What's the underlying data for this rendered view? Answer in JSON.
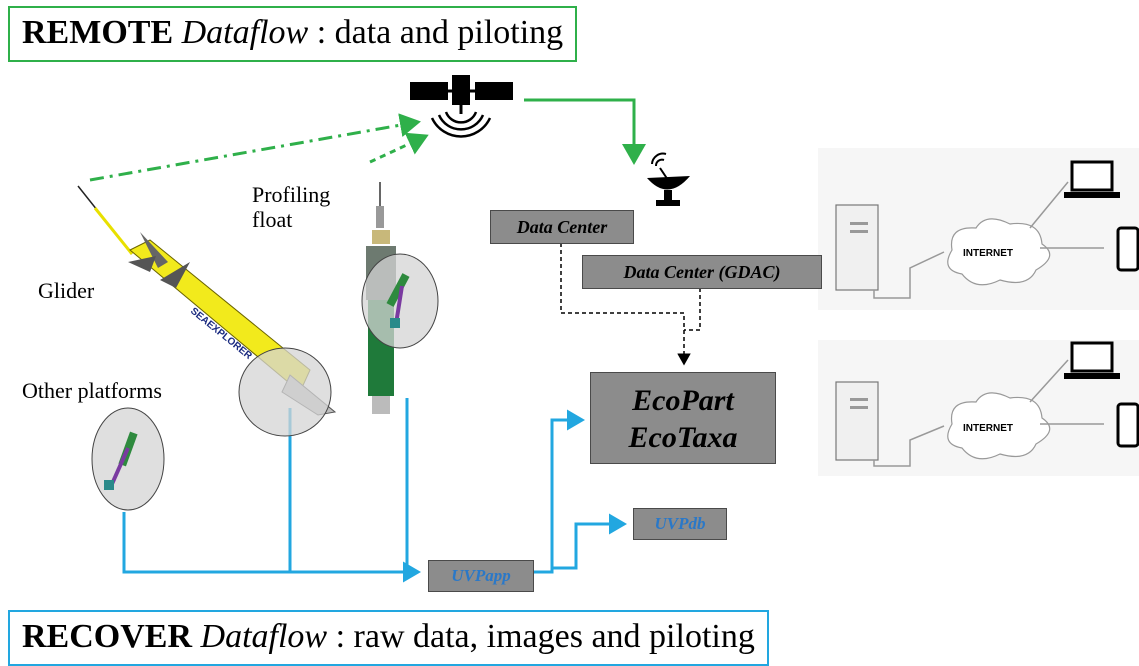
{
  "remote_title": {
    "bold": "REMOTE",
    "italic": "Dataflow",
    "rest": " : data and piloting"
  },
  "recover_title": {
    "bold": "RECOVER",
    "italic": "Dataflow",
    "rest": " : raw data, images and piloting"
  },
  "platforms": {
    "glider": "Glider",
    "profiling_float_line1": "Profiling",
    "profiling_float_line2": "float",
    "other": "Other platforms",
    "glider_body_text": "SEAEXPLORER"
  },
  "data_center": "Data Center",
  "data_center_gdac": "Data Center (GDAC)",
  "ecopart": "EcoPart",
  "ecotaxa": "EcoTaxa",
  "uvpapp": "UVPapp",
  "uvpdb": "UVPdb",
  "internet_label": "INTERNET",
  "colors": {
    "remote": "#2fb04a",
    "recover": "#22a7e0",
    "box_fill": "#8c8c8c",
    "app_text": "#2a78c8"
  }
}
